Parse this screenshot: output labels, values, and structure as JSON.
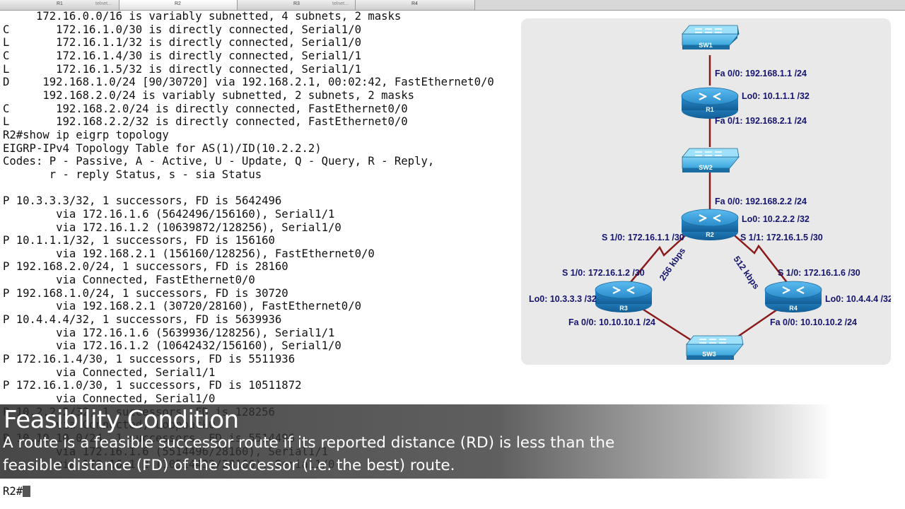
{
  "tabs": [
    {
      "name": "R1",
      "sub": "telnet..."
    },
    {
      "name": "R2",
      "sub": ""
    },
    {
      "name": "R3",
      "sub": "telnet..."
    },
    {
      "name": "R4",
      "sub": ""
    }
  ],
  "terminal": {
    "text": "     172.16.0.0/16 is variably subnetted, 4 subnets, 2 masks\nC       172.16.1.0/30 is directly connected, Serial1/0\nL       172.16.1.1/32 is directly connected, Serial1/0\nC       172.16.1.4/30 is directly connected, Serial1/1\nL       172.16.1.5/32 is directly connected, Serial1/1\nD     192.168.1.0/24 [90/30720] via 192.168.2.1, 00:02:42, FastEthernet0/0\n      192.168.2.0/24 is variably subnetted, 2 subnets, 2 masks\nC       192.168.2.0/24 is directly connected, FastEthernet0/0\nL       192.168.2.2/32 is directly connected, FastEthernet0/0\nR2#show ip eigrp topology\nEIGRP-IPv4 Topology Table for AS(1)/ID(10.2.2.2)\nCodes: P - Passive, A - Active, U - Update, Q - Query, R - Reply,\n       r - reply Status, s - sia Status\n\nP 10.3.3.3/32, 1 successors, FD is 5642496\n        via 172.16.1.6 (5642496/156160), Serial1/1\n        via 172.16.1.2 (10639872/128256), Serial1/0\nP 10.1.1.1/32, 1 successors, FD is 156160\n        via 192.168.2.1 (156160/128256), FastEthernet0/0\nP 192.168.2.0/24, 1 successors, FD is 28160\n        via Connected, FastEthernet0/0\nP 192.168.1.0/24, 1 successors, FD is 30720\n        via 192.168.2.1 (30720/28160), FastEthernet0/0\nP 10.4.4.4/32, 1 successors, FD is 5639936\n        via 172.16.1.6 (5639936/128256), Serial1/1\n        via 172.16.1.2 (10642432/156160), Serial1/0\nP 172.16.1.4/30, 1 successors, FD is 5511936\n        via Connected, Serial1/1\nP 172.16.1.0/30, 1 successors, FD is 10511872\n        via Connected, Serial1/0\nP 10.2.2.2/32, 1 successors, FD is 128256\n        via Connected, Loopback0\nP 10.10.10.0/24, 1 successors, FD is 5514496\n        via 172.16.1.6 (5514496/28160), Serial1/1\n        via 172.16.1.2 (10514432/28160), Serial1/0",
    "prompt": "R2#"
  },
  "diagram": {
    "devices": {
      "sw1": "SW1",
      "r1": "R1",
      "sw2": "SW2",
      "r2": "R2",
      "r3": "R3",
      "r4": "R4",
      "sw3": "SW3"
    },
    "labels": {
      "r1_fa00": "Fa 0/0: 192.168.1.1 /24",
      "r1_lo0": "Lo0: 10.1.1.1 /32",
      "r1_fa01": "Fa 0/1: 192.168.2.1 /24",
      "r2_fa00": "Fa 0/0: 192.168.2.2 /24",
      "r2_lo0": "Lo0: 10.2.2.2 /32",
      "r2_s10": "S 1/0: 172.16.1.1 /30",
      "r2_s11": "S 1/1: 172.16.1.5 /30",
      "link_r2_r3": "256 kbps",
      "link_r2_r4": "512 kbps",
      "r3_s10": "S 1/0: 172.16.1.2 /30",
      "r4_s10": "S 1/0: 172.16.1.6 /30",
      "r3_lo0": "Lo0: 10.3.3.3 /32",
      "r4_lo0": "Lo0: 10.4.4.4 /32",
      "r3_fa00": "Fa 0/0: 10.10.10.1 /24",
      "r4_fa00": "Fa 0/0: 10.10.10.2 /24"
    },
    "colors": {
      "link": "#8b1a1a",
      "device": "#1f7fb8",
      "label": "#15156e"
    }
  },
  "caption": {
    "title": "Feasibility Condition",
    "body": "A route is a feasible successor route if its reported distance (RD) is less than the feasible distance (FD) of the successor (i.e. the best) route."
  }
}
